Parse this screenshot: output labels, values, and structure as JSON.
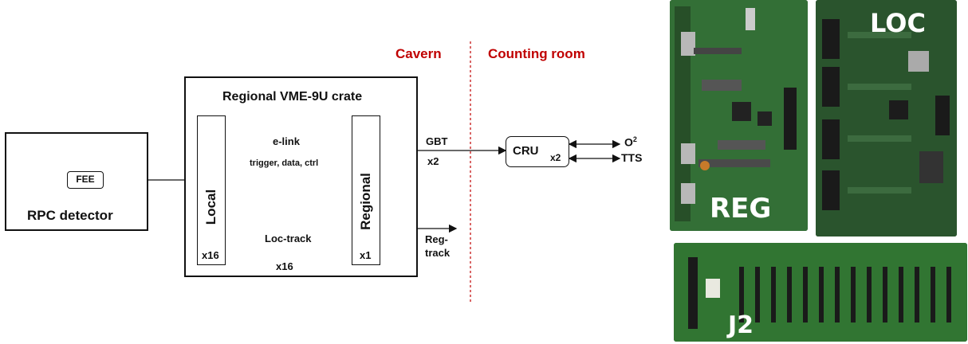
{
  "labels": {
    "cavern": "Cavern",
    "counting_room": "Counting room",
    "crate_title": "Regional VME-9U crate",
    "rpc_detector": "RPC detector",
    "fee": "FEE",
    "local": "Local",
    "local_mult": "x16",
    "regional": "Regional",
    "regional_mult": "x1",
    "elink": "e-link",
    "elink_sub": "trigger, data, ctrl",
    "loc_track": "Loc-track",
    "loc_track_mult": "x16",
    "gbt": "GBT",
    "gbt_mult": "x2",
    "reg_track_1": "Reg-",
    "reg_track_2": "track",
    "cru": "CRU",
    "cru_mult": "x2",
    "o2": "O",
    "o2_sup": "2",
    "tts": "TTS"
  },
  "photos": {
    "reg": "REG",
    "loc": "LOC",
    "j2": "J2"
  },
  "colors": {
    "divider": "#c00000",
    "board_green": "#2f6b2c",
    "board_dark": "#1f4a22"
  }
}
